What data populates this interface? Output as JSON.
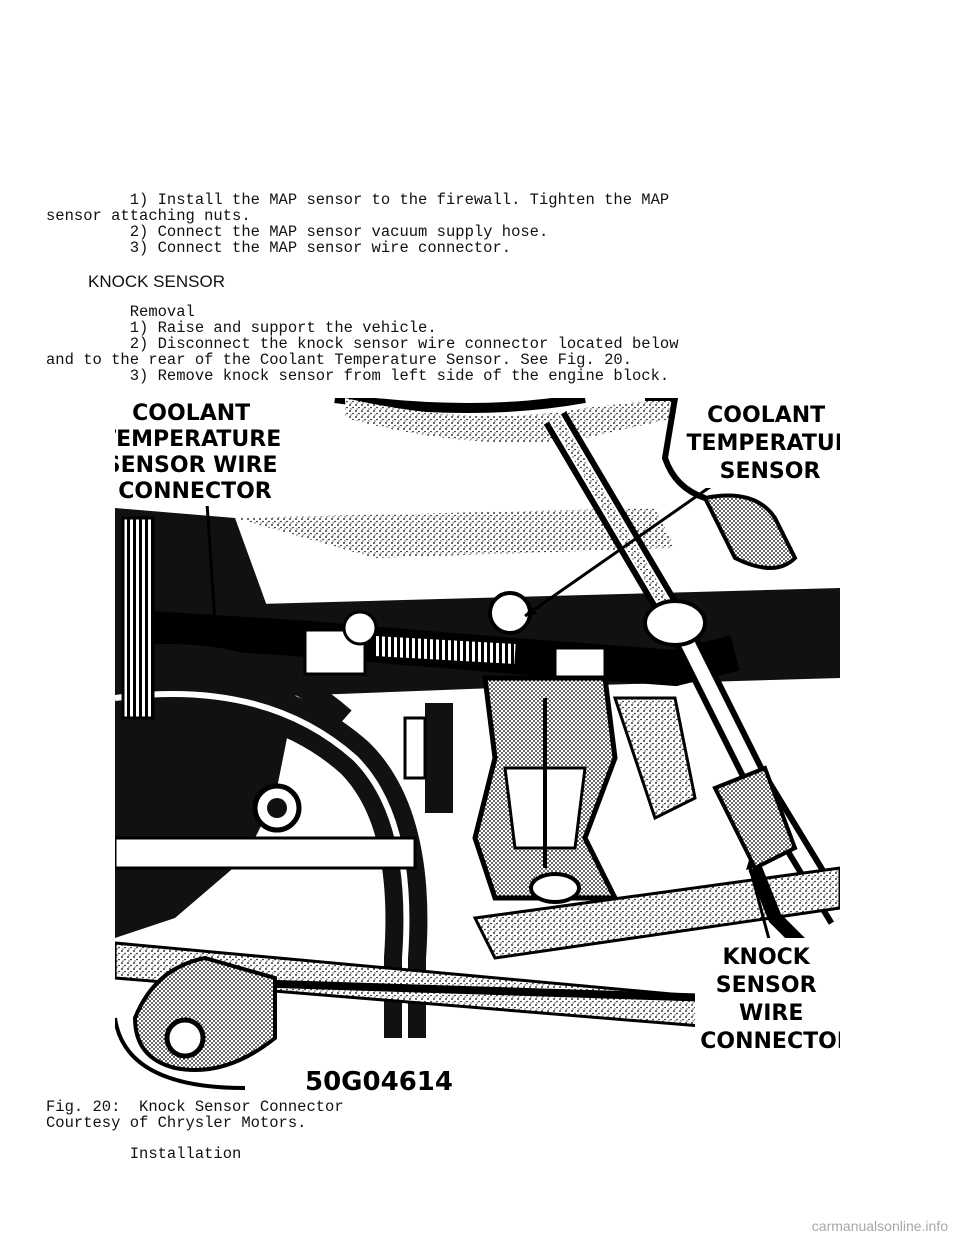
{
  "map_install": {
    "line1": "         1) Install the MAP sensor to the firewall. Tighten the MAP",
    "line2": "sensor attaching nuts.",
    "line3": "         2) Connect the MAP sensor vacuum supply hose.",
    "line4": "         3) Connect the MAP sensor wire connector."
  },
  "knock": {
    "heading": "KNOCK SENSOR",
    "removal": "         Removal",
    "step1": "         1) Raise and support the vehicle.",
    "step2a": "         2) Disconnect the knock sensor wire connector located below",
    "step2b": "and to the rear of the Coolant Temperature Sensor. See Fig. 20.",
    "step3": "         3) Remove knock sensor from left side of the engine block."
  },
  "figure": {
    "label_ctswc": [
      "COOLANT",
      "TEMPERATURE",
      "SENSOR WIRE",
      "CONNECTOR"
    ],
    "label_cts": [
      "COOLANT",
      "TEMPERATURI",
      "SENSOR"
    ],
    "label_kswc": [
      "KNOCK",
      "SENSOR",
      "WIRE",
      "CONNECTOR"
    ],
    "code": "50G04614",
    "caption": "Fig. 20:  Knock Sensor Connector",
    "credit": "Courtesy of Chrysler Motors."
  },
  "installation": "         Installation",
  "watermark": "carmanualsonline.info"
}
